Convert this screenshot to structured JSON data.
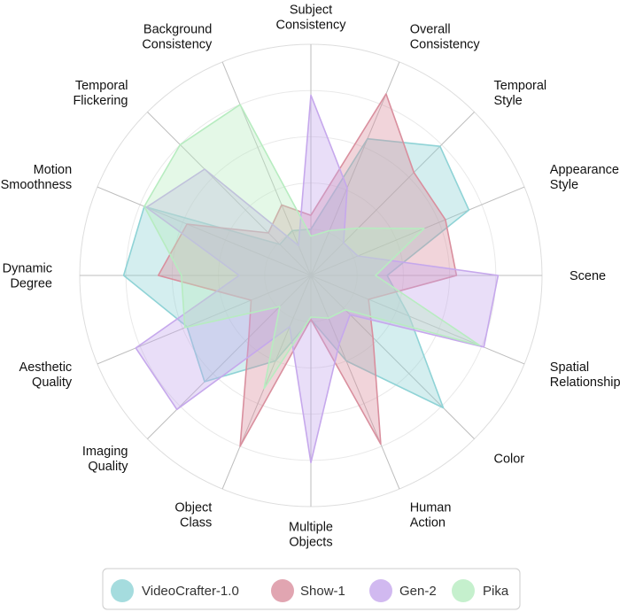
{
  "chart_data": {
    "type": "radar",
    "axes": [
      [
        "Subject",
        "Consistency"
      ],
      [
        "Overall",
        "Consistency"
      ],
      [
        "Temporal",
        "Style"
      ],
      [
        "Appearance",
        "Style"
      ],
      [
        "Scene"
      ],
      [
        "Spatial",
        "Relationship"
      ],
      [
        "Color"
      ],
      [
        "Human",
        "Action"
      ],
      [
        "Multiple",
        "Objects"
      ],
      [
        "Object",
        "Class"
      ],
      [
        "Imaging",
        "Quality"
      ],
      [
        "Aesthetic",
        "Quality"
      ],
      [
        "Dynamic",
        "Degree"
      ],
      [
        "Motion",
        "Smoothness"
      ],
      [
        "Temporal",
        "Flickering"
      ],
      [
        "Background",
        "Consistency"
      ]
    ],
    "rlim": [
      0,
      1
    ],
    "grid_levels": [
      0.2,
      0.4,
      0.6,
      0.8,
      1.0
    ],
    "series": [
      {
        "name": "VideoCrafter-1.0",
        "color": "#8fd3d6",
        "values": [
          0.2,
          0.64,
          0.79,
          0.74,
          0.33,
          0.46,
          0.81,
          0.4,
          0.19,
          0.4,
          0.65,
          0.58,
          0.81,
          0.78,
          0.19,
          0.21
        ]
      },
      {
        "name": "Show-1",
        "color": "#d98f9e",
        "values": [
          0.26,
          0.85,
          0.63,
          0.63,
          0.63,
          0.27,
          0.38,
          0.79,
          0.19,
          0.8,
          0.38,
          0.28,
          0.66,
          0.58,
          0.26,
          0.33
        ]
      },
      {
        "name": "Gen-2",
        "color": "#c6a8ec",
        "values": [
          0.78,
          0.41,
          0.2,
          0.22,
          0.81,
          0.81,
          0.24,
          0.32,
          0.81,
          0.24,
          0.82,
          0.82,
          0.31,
          0.77,
          0.65,
          0.14
        ]
      },
      {
        "name": "Pika",
        "color": "#b7ecc0",
        "values": [
          0.17,
          0.21,
          0.29,
          0.53,
          0.28,
          0.79,
          0.21,
          0.2,
          0.18,
          0.53,
          0.19,
          0.59,
          0.56,
          0.78,
          0.8,
          0.8
        ]
      }
    ]
  }
}
